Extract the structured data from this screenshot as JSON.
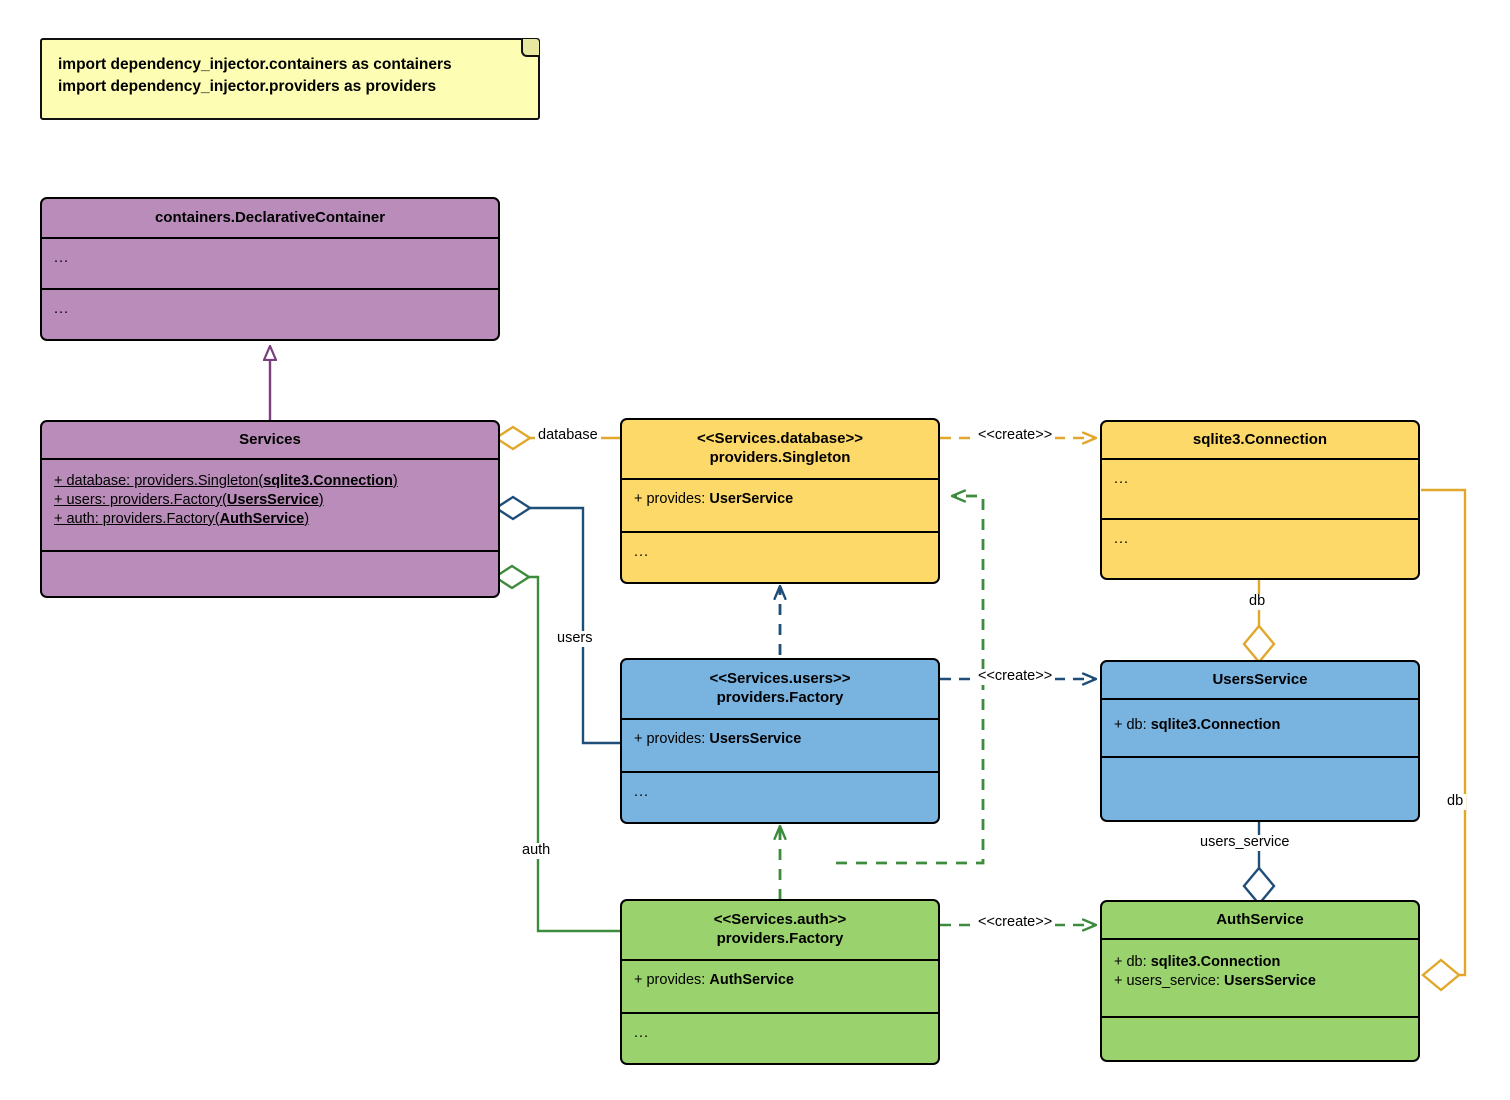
{
  "diagram": {
    "title": "dependency_injector containers UML class diagram",
    "type": "uml-class-diagram",
    "colors": {
      "note_fill": "#fdfdb3",
      "container_fill": "#b98cba",
      "database_fill": "#fcd968",
      "users_fill": "#79b3e0",
      "auth_fill": "#9ad36d",
      "stroke": "#000000",
      "container_edge": "#7b3f7e",
      "database_edge": "#e0a72b",
      "users_edge": "#1f4e79",
      "auth_edge": "#3d8b3d"
    }
  },
  "note": {
    "lines": [
      "import dependency_injector.containers as containers",
      "import dependency_injector.providers as providers"
    ]
  },
  "classes": {
    "declarative_container": {
      "name": "containers.DeclarativeContainer",
      "attributes": [
        "..."
      ],
      "methods": [
        "..."
      ]
    },
    "services": {
      "name": "Services",
      "attributes": [
        {
          "text_prefix": "+ database: providers.Singleton(",
          "bold": "sqlite3.Connection",
          "text_suffix": ")",
          "static": true
        },
        {
          "text_prefix": "+ users: providers.Factory(",
          "bold": "UsersService",
          "text_suffix": ")",
          "static": true
        },
        {
          "text_prefix": "+ auth: providers.Factory(",
          "bold": "AuthService",
          "text_suffix": ")",
          "static": true
        }
      ],
      "methods": []
    },
    "services_database": {
      "stereotype": "<<Services.database>>",
      "name": "providers.Singleton",
      "attributes": [
        {
          "text_prefix": "+ provides: ",
          "bold": "UserService",
          "text_suffix": ""
        }
      ],
      "methods": [
        "..."
      ]
    },
    "services_users": {
      "stereotype": "<<Services.users>>",
      "name": "providers.Factory",
      "attributes": [
        {
          "text_prefix": "+ provides: ",
          "bold": "UsersService",
          "text_suffix": ""
        }
      ],
      "methods": [
        "..."
      ]
    },
    "services_auth": {
      "stereotype": "<<Services.auth>>",
      "name": "providers.Factory",
      "attributes": [
        {
          "text_prefix": "+ provides: ",
          "bold": "AuthService",
          "text_suffix": ""
        }
      ],
      "methods": [
        "..."
      ]
    },
    "sqlite_connection": {
      "name": "sqlite3.Connection",
      "attributes": [
        "..."
      ],
      "methods": [
        "..."
      ]
    },
    "users_service": {
      "name": "UsersService",
      "attributes": [
        {
          "text_prefix": "+ db: ",
          "bold": "sqlite3.Connection",
          "text_suffix": ""
        }
      ],
      "methods": []
    },
    "auth_service": {
      "name": "AuthService",
      "attributes": [
        {
          "text_prefix": "+ db: ",
          "bold": "sqlite3.Connection",
          "text_suffix": ""
        },
        {
          "text_prefix": "+ users_service: ",
          "bold": "UsersService",
          "text_suffix": ""
        }
      ],
      "methods": []
    }
  },
  "edges": {
    "inheritance_services": {
      "kind": "generalization",
      "from": "Services",
      "to": "containers.DeclarativeContainer",
      "label": ""
    },
    "agg_database": {
      "kind": "aggregation",
      "from": "Services",
      "to": "<<Services.database>>",
      "label": "database"
    },
    "agg_users": {
      "kind": "aggregation",
      "from": "Services",
      "to": "<<Services.users>>",
      "label": "users"
    },
    "agg_auth": {
      "kind": "aggregation",
      "from": "Services",
      "to": "<<Services.auth>>",
      "label": "auth"
    },
    "create_database": {
      "kind": "dependency",
      "from": "<<Services.database>>",
      "to": "sqlite3.Connection",
      "label": "<<create>>"
    },
    "create_users": {
      "kind": "dependency",
      "from": "<<Services.users>>",
      "to": "UsersService",
      "label": "<<create>>"
    },
    "create_auth": {
      "kind": "dependency",
      "from": "<<Services.auth>>",
      "to": "AuthService",
      "label": "<<create>>"
    },
    "dep_users_to_database": {
      "kind": "dependency",
      "from": "<<Services.users>>",
      "to": "<<Services.database>>",
      "label": ""
    },
    "dep_auth_to_users": {
      "kind": "dependency",
      "from": "<<Services.auth>>",
      "to": "<<Services.users>>",
      "label": ""
    },
    "dep_auth_to_database": {
      "kind": "dependency",
      "from": "<<Services.auth>>",
      "to": "<<Services.database>>",
      "label": ""
    },
    "agg_db_users": {
      "kind": "aggregation",
      "from": "UsersService",
      "to": "sqlite3.Connection",
      "label": "db"
    },
    "agg_db_auth": {
      "kind": "aggregation",
      "from": "AuthService",
      "to": "sqlite3.Connection",
      "label": "db"
    },
    "agg_users_service": {
      "kind": "aggregation",
      "from": "AuthService",
      "to": "UsersService",
      "label": "users_service"
    }
  },
  "labels": {
    "database": "database",
    "users": "users",
    "auth": "auth",
    "create": "<<create>>",
    "db": "db",
    "users_service": "users_service",
    "dots": "..."
  }
}
